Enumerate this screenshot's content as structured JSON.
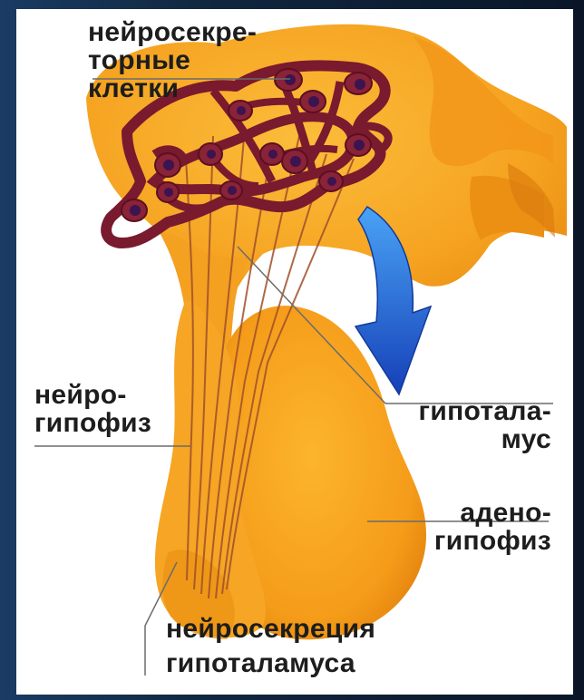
{
  "labels": {
    "neurosecretory_cells": "нейросекре-\nторные\nклетки",
    "neurohypophysis": "нейро-\nгипофиз",
    "hypothalamus": "гипотала-\nмус",
    "adenohypophysis": "адено-\nгипофиз",
    "neurosecretion": "нейросекреция\nгипоталамуса"
  },
  "colors": {
    "background_dark": "#0b1a2e",
    "panel": "#ffffff",
    "tissue_orange": "#f7a823",
    "tissue_dark_orange": "#e88a10",
    "cells_maroon": "#7a1a2e",
    "nuclei_purple": "#3b1450",
    "arrow_blue": "#1f62d8"
  }
}
